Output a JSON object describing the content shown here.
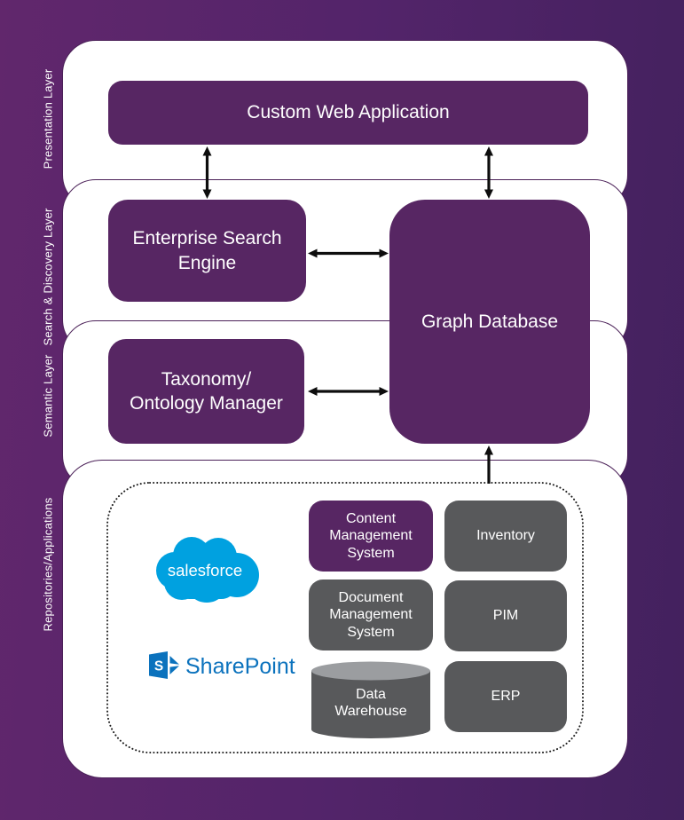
{
  "diagram": {
    "type": "layered-architecture",
    "layers": [
      {
        "id": "presentation",
        "label": "Presentation Layer"
      },
      {
        "id": "search-discovery",
        "label": "Search & Discovery Layer"
      },
      {
        "id": "semantic",
        "label": "Semantic Layer"
      },
      {
        "id": "repositories",
        "label": "Repositories/Applications"
      }
    ],
    "nodes": {
      "custom_web_application": {
        "label": "Custom Web Application",
        "layer": "presentation",
        "color": "purple"
      },
      "enterprise_search_engine": {
        "lines": [
          "Enterprise Search",
          "Engine"
        ],
        "layer": "search-discovery",
        "color": "purple"
      },
      "graph_database": {
        "label": "Graph Database",
        "layer": "search-discovery/semantic",
        "color": "purple"
      },
      "taxonomy_ontology_manager": {
        "lines": [
          "Taxonomy/",
          "Ontology Manager"
        ],
        "layer": "semantic",
        "color": "purple"
      },
      "content_management_system": {
        "lines": [
          "Content",
          "Management",
          "System"
        ],
        "layer": "repositories",
        "color": "purple"
      },
      "inventory": {
        "label": "Inventory",
        "layer": "repositories",
        "color": "gray"
      },
      "document_management_system": {
        "lines": [
          "Document",
          "Management",
          "System"
        ],
        "layer": "repositories",
        "color": "gray"
      },
      "pim": {
        "label": "PIM",
        "layer": "repositories",
        "color": "gray"
      },
      "data_warehouse": {
        "lines": [
          "Data",
          "Warehouse"
        ],
        "layer": "repositories",
        "color": "gray",
        "shape": "cylinder"
      },
      "erp": {
        "label": "ERP",
        "layer": "repositories",
        "color": "gray"
      }
    },
    "logos": {
      "salesforce": {
        "text": "salesforce",
        "color": "#00a1e0"
      },
      "sharepoint": {
        "text": "SharePoint",
        "icon_letter": "S",
        "color": "#0b72bd"
      }
    },
    "edges": [
      {
        "from": "custom_web_application",
        "to": "enterprise_search_engine",
        "style": "double-arrow"
      },
      {
        "from": "custom_web_application",
        "to": "graph_database",
        "style": "double-arrow"
      },
      {
        "from": "enterprise_search_engine",
        "to": "graph_database",
        "style": "double-arrow"
      },
      {
        "from": "taxonomy_ontology_manager",
        "to": "graph_database",
        "style": "double-arrow"
      },
      {
        "from": "repositories",
        "to": "graph_database",
        "style": "arrow-up"
      }
    ],
    "colors": {
      "background_left": "#61276c",
      "background_right": "#43215e",
      "node_purple": "#572663",
      "node_gray": "#58595b",
      "panel_fill": "#ffffff",
      "panel_border": "#4b2158",
      "arrow": "#0d0d0d",
      "text_on_node": "#ffffff"
    }
  }
}
